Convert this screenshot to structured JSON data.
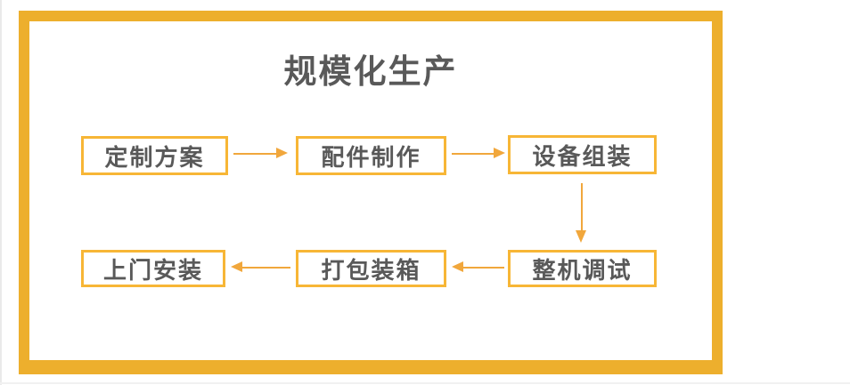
{
  "diagram": {
    "title": "规模化生产",
    "nodes": [
      {
        "label": "定制方案"
      },
      {
        "label": "配件制作"
      },
      {
        "label": "设备组装"
      },
      {
        "label": "整机调试"
      },
      {
        "label": "打包装箱"
      },
      {
        "label": "上门安装"
      }
    ],
    "arrows": [
      {
        "from": "定制方案",
        "to": "配件制作",
        "direction": "right"
      },
      {
        "from": "配件制作",
        "to": "设备组装",
        "direction": "right"
      },
      {
        "from": "设备组装",
        "to": "整机调试",
        "direction": "down"
      },
      {
        "from": "整机调试",
        "to": "打包装箱",
        "direction": "left"
      },
      {
        "from": "打包装箱",
        "to": "上门安装",
        "direction": "left"
      }
    ]
  },
  "colors": {
    "frame_border": "#EDAF2D",
    "node_border": "#F7B636",
    "arrow": "#F1A73C",
    "text": "#595959",
    "page_background": "#FFFFFF"
  }
}
